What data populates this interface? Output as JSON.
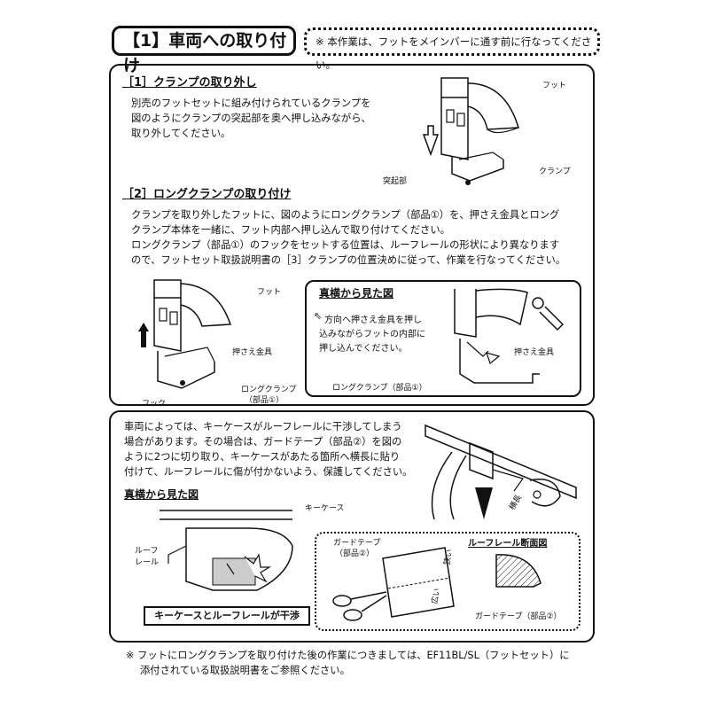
{
  "header": {
    "title": "【1】車両への取り付け",
    "note": "※ 本作業は、フットをメインバーに通す前に行なってください。"
  },
  "section1": {
    "heading": "［1］クランプの取り外し",
    "lines": [
      "別売のフットセットに組み付けられているクランプを",
      "図のようにクランプの突起部を奥へ押し込みながら、",
      "取り外してください。"
    ],
    "labels": {
      "foot": "フット",
      "clamp": "クランプ",
      "protrusion": "突起部"
    }
  },
  "section2": {
    "heading": "［2］ロングクランプの取り付け",
    "lines": [
      "クランプを取り外したフットに、図のようにロングクランプ（部品①）を、押さえ金具とロング",
      "クランプ本体を一緒に、フット内部へ押し込んで取り付けてください。",
      "ロングクランプ（部品①）のフックをセットする位置は、ルーフレールの形状により異なります",
      "ので、フットセット取扱説明書の［3］クランプの位置決めに従って、作業を行なってください。"
    ],
    "labels": {
      "foot": "フット",
      "press_fitting": "押さえ金具",
      "long_clamp": "ロングクランプ",
      "part1": "（部品①）",
      "hook": "フック"
    },
    "side_view": {
      "title": "真横から見た図",
      "lines": [
        "方向へ押さえ金具を押し",
        "込みながらフットの内部に",
        "押し込んでください。"
      ],
      "press_fitting": "押さえ金具",
      "long_clamp": "ロングクランプ（部品①）"
    }
  },
  "section3": {
    "lines": [
      "車両によっては、キーケースがルーフレールに干渉してしまう",
      "場合があります。その場合は、ガードテープ（部品②）を図の",
      "ように2つに切り取り、キーケースがあたる箇所へ横長に貼り",
      "付けて、ルーフレールに傷が付かないよう、保護してください。"
    ],
    "side_view_title": "真横から見た図",
    "labels": {
      "key_case": "キーケース",
      "roof": "ルーフ",
      "rail": "レール",
      "horizontal": "横長",
      "interference": "キーケースとルーフレールが干渉",
      "guard_tape": "ガードテープ",
      "part2": "（部品②）",
      "cross_section": "ルーフレール断面図",
      "guard_tape_part2": "ガードテープ（部品②）",
      "narrow": "狭い",
      "wide": "広い"
    }
  },
  "footer": {
    "lines": [
      "※ フットにロングクランプを取り付けた後の作業につきましては、EF11BL/SL（フットセット）に",
      "添付されている取扱説明書をご参照ください。"
    ]
  }
}
